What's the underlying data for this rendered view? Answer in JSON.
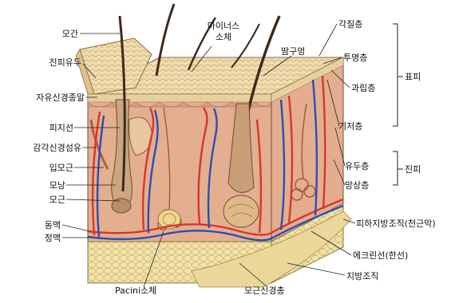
{
  "labels_left": {
    "hair_shaft": "모간",
    "dermal_papilla": "진피유두",
    "free_nerve_ending": "자유신경종말",
    "sebaceous_gland": "피지선",
    "sensory_nerve_fiber": "감각신경섬유",
    "arrector_pili": "입모근",
    "hair_follicle": "모낭",
    "hair_root": "모근",
    "artery": "동맥",
    "vein": "정맥"
  },
  "labels_top": {
    "meissner_corpuscle_line1": "마이너스",
    "meissner_corpuscle_line2": "소체",
    "sweat_pore": "땀구멍"
  },
  "labels_right": {
    "stratum_corneum": "각질층",
    "stratum_lucidum": "투명층",
    "stratum_granulosum": "과립층",
    "stratum_basale": "기저층",
    "papillary_layer": "유두층",
    "reticular_layer": "망상층",
    "subcutaneous_tissue": "피하지방조직(천근막)",
    "eccrine_gland": "에크린선(한선)",
    "adipose_tissue": "지방조직"
  },
  "groups": {
    "epidermis": "표피",
    "dermis": "진피"
  },
  "labels_bottom": {
    "pacinian_corpuscle": "Pacini소체",
    "hair_root_plexus": "모근신경총"
  },
  "colors": {
    "dermis": "#e8b79a",
    "epidermis_top": "#efdcb0",
    "fat": "#f1e2a6",
    "artery": "#d8362a",
    "vein": "#2b4fb0",
    "hair": "#4a3526"
  }
}
